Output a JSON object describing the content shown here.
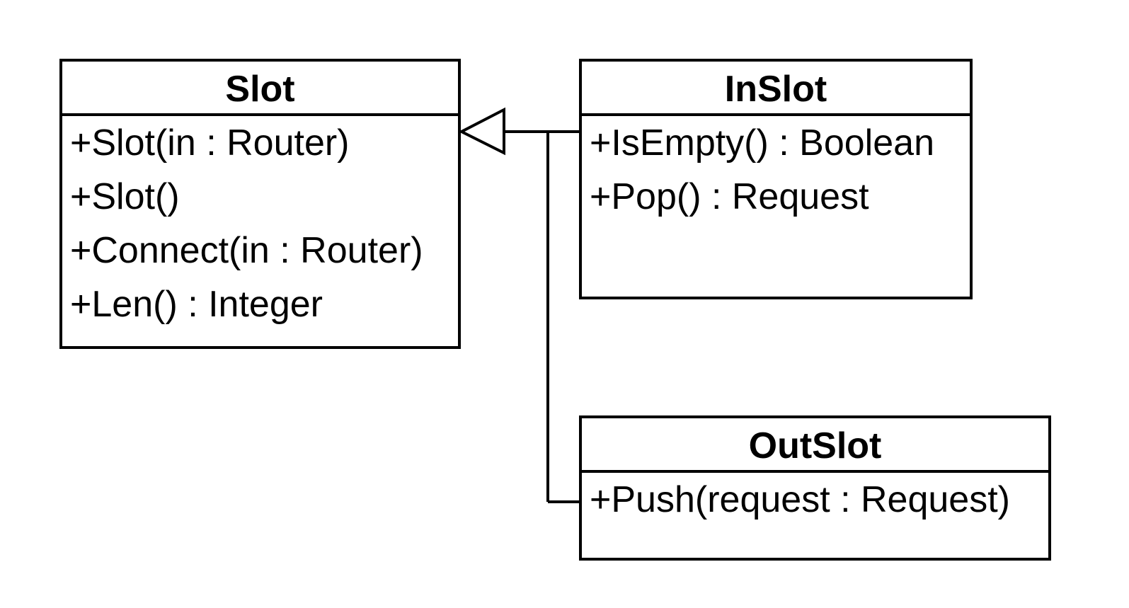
{
  "classes": {
    "slot": {
      "name": "Slot",
      "members": [
        "+Slot(in : Router)",
        "+Slot()",
        "+Connect(in : Router)",
        "+Len() : Integer"
      ]
    },
    "inslot": {
      "name": "InSlot",
      "members": [
        "+IsEmpty() : Boolean",
        "+Pop() : Request"
      ]
    },
    "outslot": {
      "name": "OutSlot",
      "members": [
        "+Push(request : Request)"
      ]
    }
  },
  "relationships": [
    {
      "type": "generalization",
      "from": "InSlot",
      "to": "Slot"
    },
    {
      "type": "generalization",
      "from": "OutSlot",
      "to": "Slot"
    }
  ],
  "colors": {
    "line": "#000000",
    "background": "#ffffff"
  }
}
